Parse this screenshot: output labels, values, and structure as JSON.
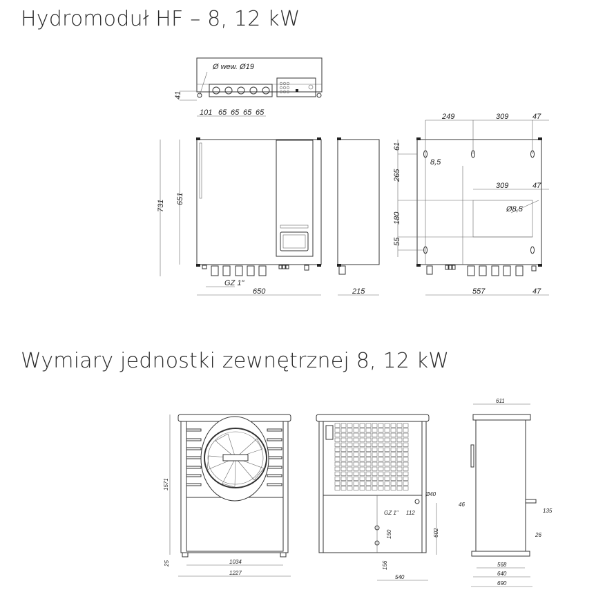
{
  "titles": {
    "hydromodule": "Hydromoduł HF – 8, 12 kW",
    "outdoor_unit": "Wymiary jednostki zewnętrznej 8, 12 kW"
  },
  "hydromodule_drawing": {
    "top_view": {
      "hole_label": "Ø wew. Ø19",
      "depth": "41",
      "offset": "101",
      "spacing": [
        "65",
        "65",
        "65",
        "65"
      ]
    },
    "front_view": {
      "height_total": "731",
      "height_body": "651",
      "width": "650",
      "thread": "GZ 1\""
    },
    "side_view": {
      "depth": "215"
    },
    "back_view": {
      "top_dims": [
        "249",
        "309",
        "47"
      ],
      "bottom_dims": [
        "557",
        "47"
      ],
      "vertical_dims": [
        "61",
        "265",
        "180",
        "55"
      ],
      "hole_offset": "8,5",
      "inner_dims": [
        "309",
        "47"
      ],
      "hole_diameter": "Ø8,5"
    }
  },
  "outdoor_drawing": {
    "front_view": {
      "height": "1571",
      "foot_height": "25",
      "feet_spacing": "1034",
      "width": "1227"
    },
    "back_view": {
      "pipe_diameter": "Ø40",
      "pipe_offset": "112",
      "thread": "GZ 1\"",
      "connection_height": "602",
      "connection_spacing": "150",
      "bottom_offset": "156",
      "width": "540"
    },
    "side_view": {
      "depth_top": "611",
      "left_offset": "46",
      "pipe_length": "135",
      "gap": "26",
      "dims_bottom": [
        "568",
        "640",
        "690"
      ]
    }
  }
}
